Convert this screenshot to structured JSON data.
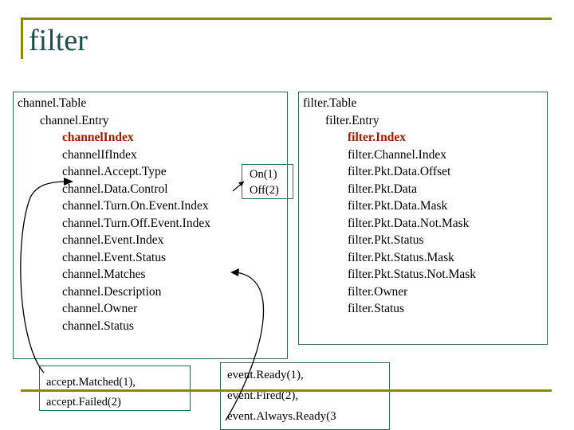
{
  "slide": {
    "title": "filter",
    "accent_color": "#8d8a00",
    "title_color": "#1c4f4a",
    "box_border_color": "#2f6b4f",
    "index_color": "#9b1c00"
  },
  "channel_box": {
    "name": "channel.Table",
    "items": [
      {
        "label": "channel.Table",
        "level": 0,
        "highlight": false
      },
      {
        "label": "channel.Entry",
        "level": 1,
        "highlight": false
      },
      {
        "label": "channelIndex",
        "level": 2,
        "highlight": true
      },
      {
        "label": "channelIfIndex",
        "level": 2,
        "highlight": false
      },
      {
        "label": "channel.Accept.Type",
        "level": 2,
        "highlight": false
      },
      {
        "label": "channel.Data.Control",
        "level": 2,
        "highlight": false
      },
      {
        "label": "channel.Turn.On.Event.Index",
        "level": 2,
        "highlight": false
      },
      {
        "label": "channel.Turn.Off.Event.Index",
        "level": 2,
        "highlight": false
      },
      {
        "label": "channel.Event.Index",
        "level": 2,
        "highlight": false
      },
      {
        "label": "channel.Event.Status",
        "level": 2,
        "highlight": false
      },
      {
        "label": "channel.Matches",
        "level": 2,
        "highlight": false
      },
      {
        "label": "channel.Description",
        "level": 2,
        "highlight": false
      },
      {
        "label": "channel.Owner",
        "level": 2,
        "highlight": false
      },
      {
        "label": "channel.Status",
        "level": 2,
        "highlight": false
      }
    ]
  },
  "filter_box": {
    "name": "filter.Table",
    "items": [
      {
        "label": "filter.Table",
        "level": 0,
        "highlight": false
      },
      {
        "label": "filter.Entry",
        "level": 1,
        "highlight": false
      },
      {
        "label": "filter.Index",
        "level": 2,
        "highlight": true
      },
      {
        "label": "filter.Channel.Index",
        "level": 2,
        "highlight": false
      },
      {
        "label": "filter.Pkt.Data.Offset",
        "level": 2,
        "highlight": false
      },
      {
        "label": "filter.Pkt.Data",
        "level": 2,
        "highlight": false
      },
      {
        "label": "filter.Pkt.Data.Mask",
        "level": 2,
        "highlight": false
      },
      {
        "label": "filter.Pkt.Data.Not.Mask",
        "level": 2,
        "highlight": false
      },
      {
        "label": "filter.Pkt.Status",
        "level": 2,
        "highlight": false
      },
      {
        "label": "filter.Pkt.Status.Mask",
        "level": 2,
        "highlight": false
      },
      {
        "label": "filter.Pkt.Status.Not.Mask",
        "level": 2,
        "highlight": false
      },
      {
        "label": "filter.Owner",
        "level": 2,
        "highlight": false
      },
      {
        "label": "filter.Status",
        "level": 2,
        "highlight": false
      }
    ]
  },
  "onoff_box": {
    "line1": "On(1)",
    "line2": "Off(2)"
  },
  "accept_box": {
    "line1": "accept.Matched(1),",
    "line2": "accept.Failed(2)"
  },
  "event_box": {
    "line1": "event.Ready(1),",
    "line2": "event.Fired(2),",
    "line3": "event.Always.Ready(3"
  }
}
